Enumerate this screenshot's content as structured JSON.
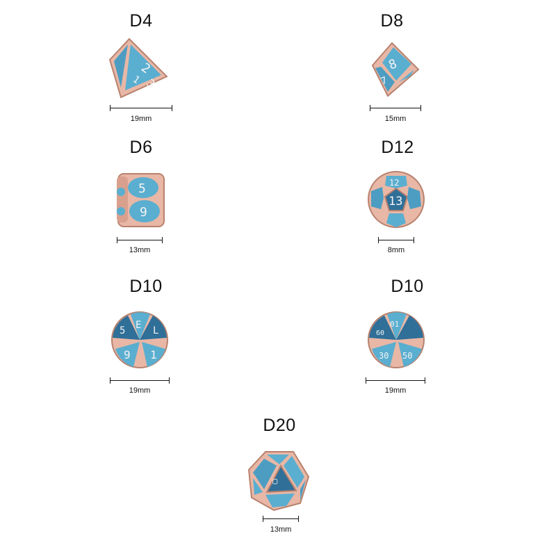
{
  "dice": [
    {
      "id": "d4",
      "label": "D4",
      "size": "19mm"
    },
    {
      "id": "d8",
      "label": "D8",
      "size": "15mm"
    },
    {
      "id": "d6",
      "label": "D6",
      "size": "13mm"
    },
    {
      "id": "d12",
      "label": "D12",
      "size": "8mm"
    },
    {
      "id": "d10a",
      "label": "D10",
      "size": "19mm"
    },
    {
      "id": "d10b",
      "label": "D10",
      "size": "19mm"
    },
    {
      "id": "d20",
      "label": "D20",
      "size": "13mm"
    }
  ],
  "colors": {
    "metal": "#e8b7a6",
    "metal_dark": "#b8826e",
    "enamel": "#5aaed0",
    "enamel_dark": "#2f6f98",
    "digit": "#f4f4f4"
  }
}
